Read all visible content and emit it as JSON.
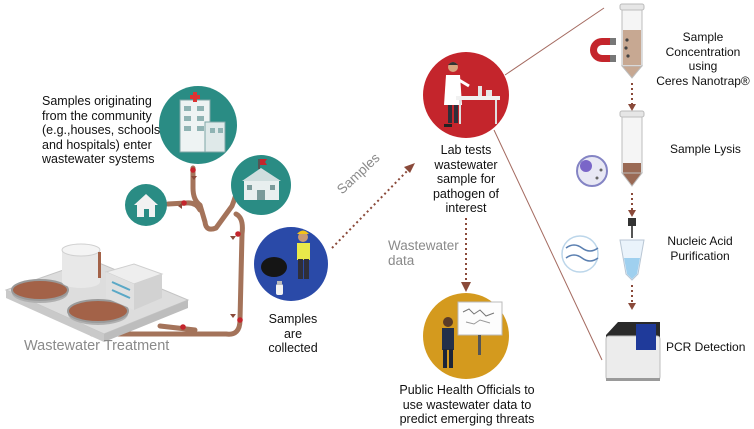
{
  "source": {
    "community_caption": [
      "Samples originating",
      "from the community",
      "(e.g.,houses, schools",
      "and hospitals) enter",
      "wastewater systems"
    ],
    "collected_caption": [
      "Samples are",
      "collected"
    ],
    "treatment_label": "Wastewater Treatment"
  },
  "flow": {
    "samples_label": "Samples",
    "wastewater_data_label": [
      "Wastewater",
      "data"
    ]
  },
  "lab": {
    "caption": [
      "Lab tests",
      "wastewater",
      "sample for",
      "pathogen of",
      "interest"
    ]
  },
  "officials": {
    "caption": [
      "Public Health Officials to",
      "use wastewater data to",
      "predict emerging threats"
    ]
  },
  "steps": {
    "concentration": [
      "Sample",
      "Concentration using",
      "Ceres Nanotrap®"
    ],
    "lysis": "Sample Lysis",
    "purification": [
      "Nucleic Acid",
      "Purification"
    ],
    "pcr": "PCR Detection"
  },
  "colors": {
    "teal_circle": "#2a8c84",
    "navy_circle": "#2a4aa8",
    "red_circle": "#c4252c",
    "gold_circle": "#d49a1e",
    "pipe": "#a4735a",
    "arrow_dots": "#8a4a3a"
  },
  "icons": [
    "hospital-icon",
    "house-icon",
    "school-icon",
    "worker-icon",
    "scientist-icon",
    "official-icon",
    "magnet-icon",
    "tube-icon",
    "virus-icon",
    "pipette-icon",
    "pcr-machine-icon"
  ]
}
